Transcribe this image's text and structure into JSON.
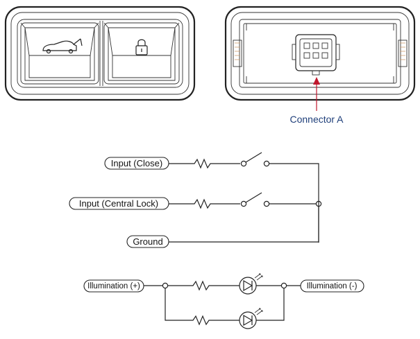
{
  "callout": {
    "text": "Connector A",
    "color": "#1f3f7a",
    "arrow_color": "#c0172d"
  },
  "circuit1": {
    "inputs": [
      {
        "label": "Input (Close)"
      },
      {
        "label": "Input (Central Lock)"
      },
      {
        "label": "Ground"
      }
    ]
  },
  "circuit2": {
    "left_label": "Illumination (+)",
    "right_label": "Illumination (-)"
  },
  "icons": {
    "button_left": "car-trunk-open-icon",
    "button_right": "padlock-icon"
  }
}
